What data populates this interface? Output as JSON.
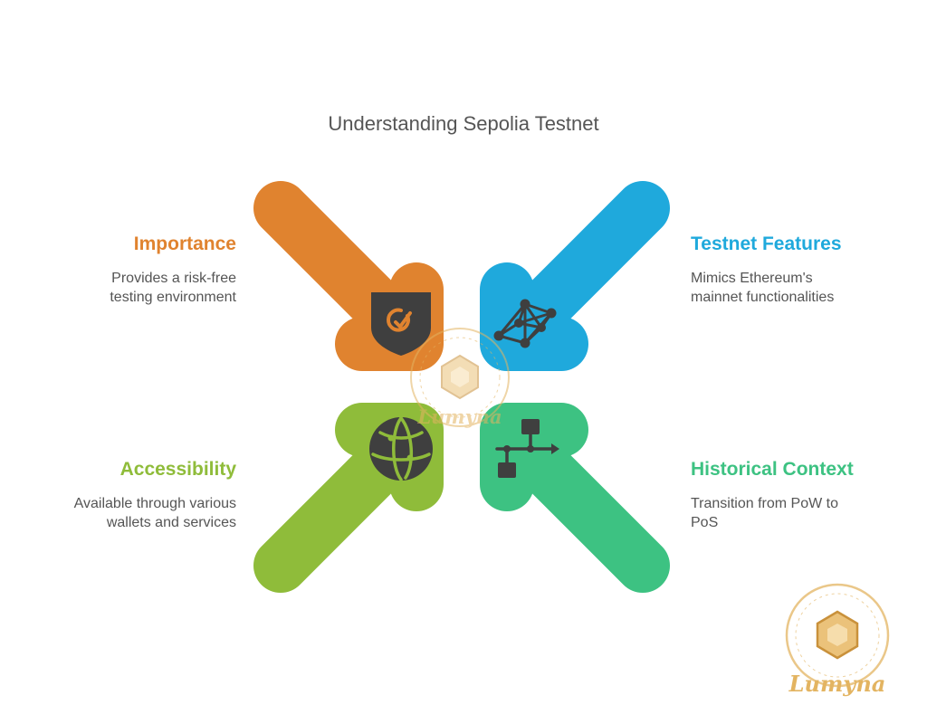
{
  "title": "Understanding Sepolia Testnet",
  "quadrants": [
    {
      "id": "importance",
      "heading": "Importance",
      "description": [
        "Provides a risk-free",
        "testing environment"
      ],
      "color": "#E0832F",
      "icon": "shield-check-icon"
    },
    {
      "id": "testnet-features",
      "heading": "Testnet Features",
      "description": [
        "Mimics Ethereum's",
        "mainnet functionalities"
      ],
      "color": "#1FA9DC",
      "icon": "network-nodes-icon"
    },
    {
      "id": "accessibility",
      "heading": "Accessibility",
      "description": [
        "Available through various",
        "wallets and services"
      ],
      "color": "#8FBC3A",
      "icon": "globe-icon"
    },
    {
      "id": "historical-context",
      "heading": "Historical Context",
      "description": [
        "Transition from PoW to",
        "PoS"
      ],
      "color": "#3DC282",
      "icon": "flowchart-icon"
    }
  ],
  "icon_color": "#3F3F3F",
  "watermark": {
    "text": "Lumyna",
    "color": "#E3B461"
  }
}
